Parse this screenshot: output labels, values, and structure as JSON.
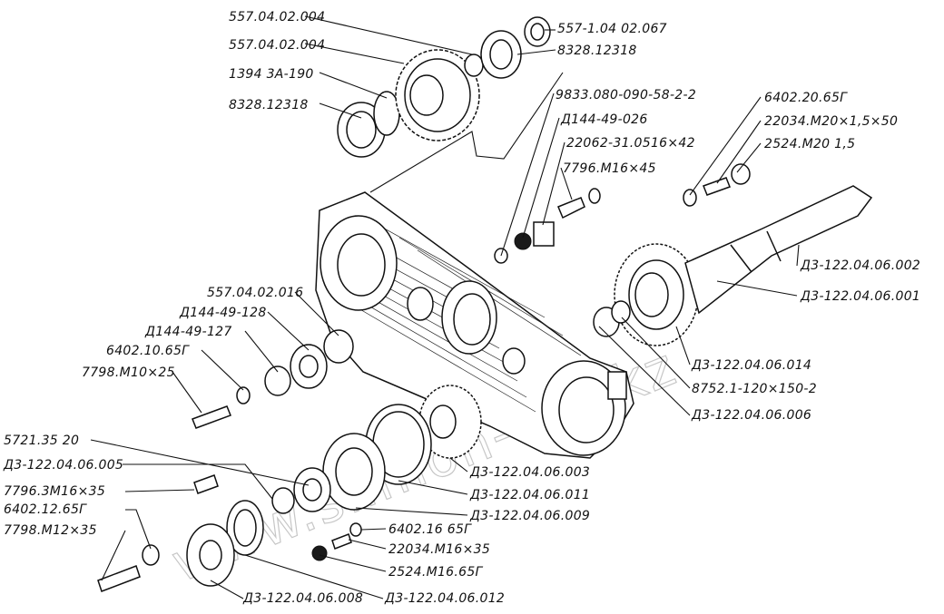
{
  "watermark": "www.slimon-too.kz",
  "labels": [
    "557.04.02.004",
    "557.04.02.004",
    "1394 3A-190",
    "8328.12318",
    "557-1.04 02.067",
    "8328.12318",
    "9833.080-090-58-2-2",
    "Д144-49-026",
    "22062-31.0516×42",
    "7796.М16×45",
    "6402.20.65Г",
    "22034.М20×1,5×50",
    "2524.М20 1,5",
    "Д3-122.04.06.002",
    "Д3-122.04.06.001",
    "Д3-122.04.06.014",
    "8752.1-120×150-2",
    "Д3-122.04.06.006",
    "557.04.02.016",
    "Д144-49-128",
    "Д144-49-127",
    "6402.10.65Г",
    "7798.М10×25",
    "5721.35 20",
    "Д3-122.04.06.005",
    "7796.3М16×35",
    "6402.12.65Г",
    "7798.М12×35",
    "Д3-122.04.06.003",
    "Д3-122.04.06.011",
    "Д3-122.04.06.009",
    "6402.16 65Г",
    "22034.М16×35",
    "2524.М16.65Г",
    "Д3-122.04.06.008",
    "Д3-122.04.06.012"
  ]
}
